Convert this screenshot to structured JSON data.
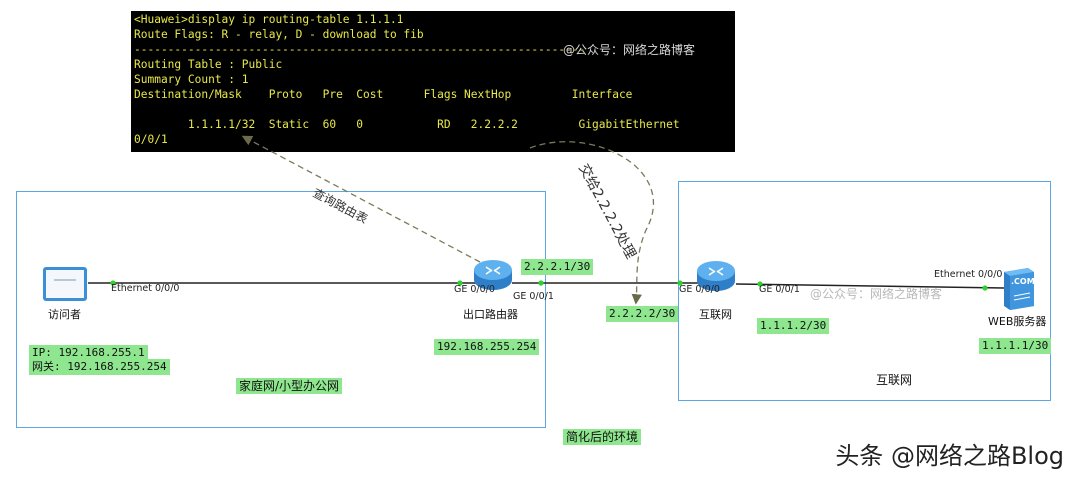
{
  "terminal": {
    "lines": [
      "<Huawei>display ip routing-table 1.1.1.1",
      "Route Flags: R - relay, D - download to fib",
      "-------------------------------------------------------------------",
      "Routing Table : Public",
      "Summary Count : 1",
      "Destination/Mask    Proto   Pre  Cost      Flags NextHop         Interface",
      "",
      "        1.1.1.1/32  Static  60   0           RD   2.2.2.2         GigabitEthernet",
      "0/0/1"
    ],
    "watermark": "@公众号：网络之路博客"
  },
  "annotations": {
    "query_table": "查询路由表",
    "hand_over": "交给2.2.2.2处理"
  },
  "zones": {
    "home": "家庭网/小型办公网",
    "internet": "互联网",
    "caption": "简化后的环境"
  },
  "devices": {
    "visitor": {
      "label": "访问者",
      "interface": "Ethernet 0/0/0",
      "ip": "IP: 192.168.255.1",
      "gateway": "网关: 192.168.255.254"
    },
    "exit_router": {
      "label": "出口路由器",
      "if_left": "GE 0/0/0",
      "if_right": "GE 0/0/1",
      "ip_left": "192.168.255.254",
      "ip_right": "2.2.2.1/30"
    },
    "isp_router": {
      "label": "互联网",
      "if_left": "GE 0/0/0",
      "if_right": "GE 0/0/1",
      "ip_left": "2.2.2.2/30",
      "ip_right": "1.1.1.2/30"
    },
    "web_server": {
      "label": "WEB服务器",
      "interface": "Ethernet 0/0/0",
      "ip": "1.1.1.1/30",
      "badge": ".COM"
    }
  },
  "watermarks": {
    "mid": "@公众号：网络之路博客",
    "brand": "头条 @网络之路Blog"
  },
  "colors": {
    "terminal_bg": "#000000",
    "terminal_text": "#e8e84a",
    "zone_border": "#5aa9e6",
    "label_bg": "#8ee68e",
    "router_blue": "#3b8fd6",
    "dashed_line": "#7a7a5a"
  }
}
